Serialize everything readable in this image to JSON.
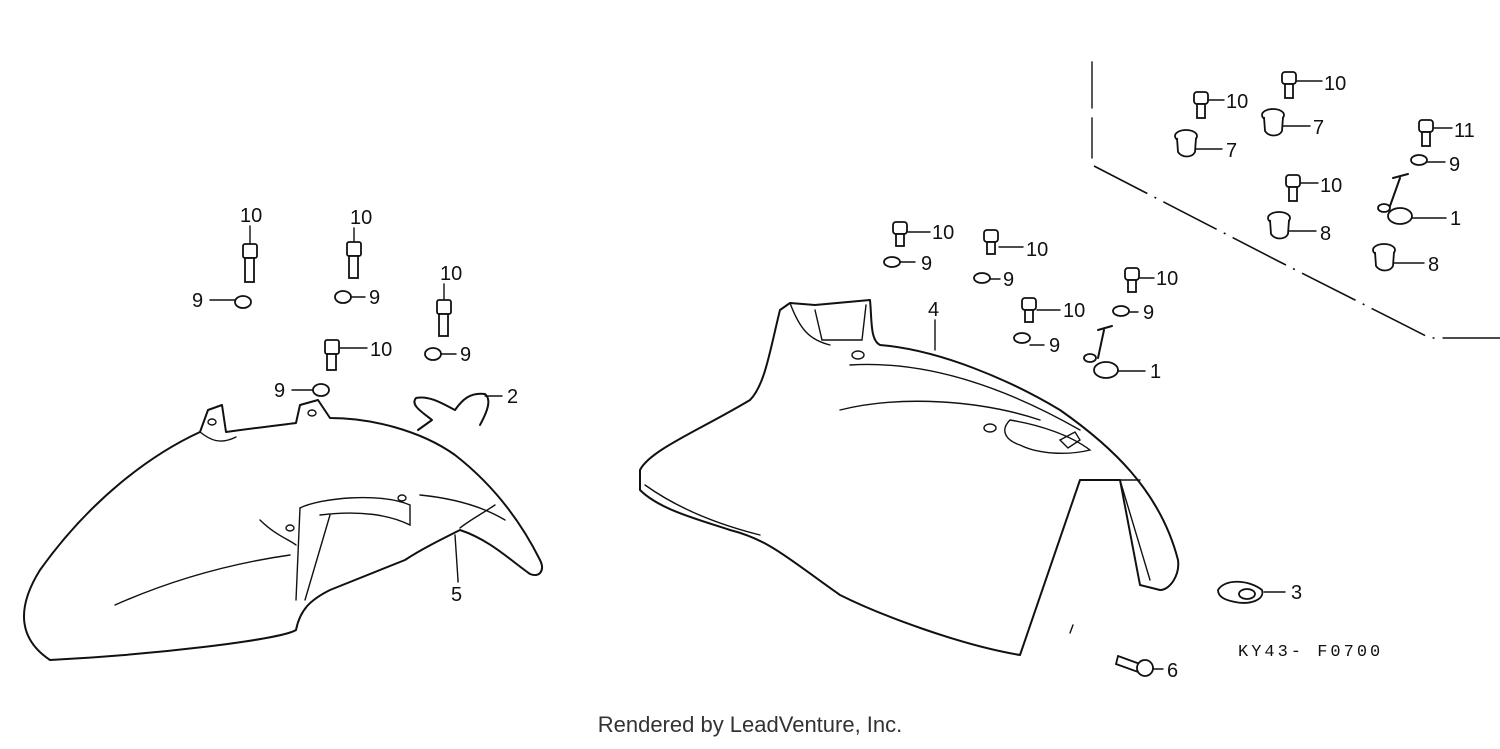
{
  "diagram_code": "KY43- F0700",
  "footer": "Rendered by LeadVenture, Inc.",
  "callouts": {
    "l10a": "10",
    "l10b": "10",
    "l10c": "10",
    "l10d": "10",
    "l9a": "9",
    "l9b": "9",
    "l9c": "9",
    "l9d": "9",
    "l2": "2",
    "l5": "5",
    "r4": "4",
    "r10a": "10",
    "r10b": "10",
    "r10c": "10",
    "r10d": "10",
    "r9a": "9",
    "r9b": "9",
    "r9c": "9",
    "r9d": "9",
    "r1a": "1",
    "r3": "3",
    "r6": "6",
    "b10a": "10",
    "b10b": "10",
    "b10c": "10",
    "b11": "11",
    "b7a": "7",
    "b7b": "7",
    "b9": "9",
    "b1": "1",
    "b8a": "8",
    "b8b": "8"
  }
}
